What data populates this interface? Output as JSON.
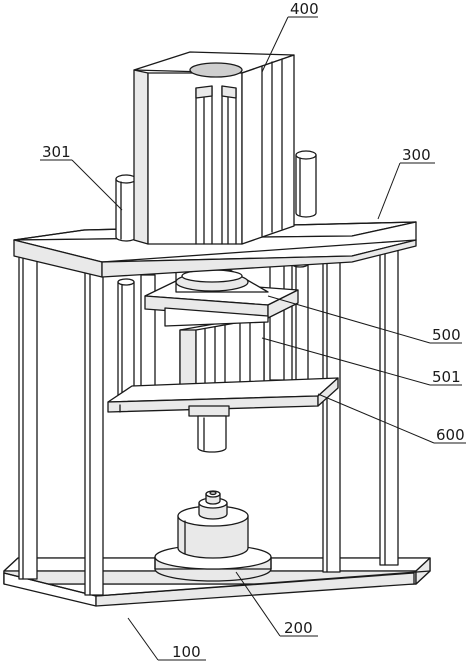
{
  "labels": {
    "l100": "100",
    "l200": "200",
    "l300": "300",
    "l301": "301",
    "l400": "400",
    "l500": "500",
    "l501": "501",
    "l600": "600"
  }
}
